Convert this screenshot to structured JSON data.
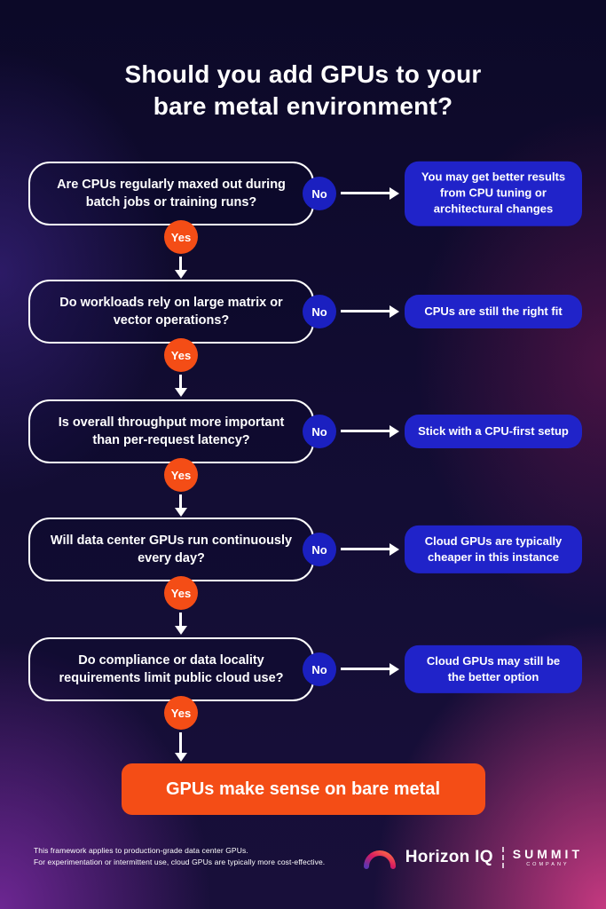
{
  "title": {
    "line1": "Should you add GPUs to your",
    "line2": "bare metal environment?"
  },
  "flow": {
    "yes_label": "Yes",
    "no_label": "No",
    "steps": [
      {
        "question": "Are CPUs regularly maxed out during batch jobs or training runs?",
        "no_result": "You may get better results from CPU tuning or architectural changes"
      },
      {
        "question": "Do workloads rely on large matrix or vector operations?",
        "no_result": "CPUs are still the right fit"
      },
      {
        "question": "Is overall throughput more important than per-request latency?",
        "no_result": "Stick with a CPU-first setup"
      },
      {
        "question": "Will data center GPUs run continuously every day?",
        "no_result": "Cloud GPUs are typically cheaper in this instance"
      },
      {
        "question": "Do compliance or data locality requirements limit public cloud use?",
        "no_result": "Cloud GPUs may still be the better option"
      }
    ],
    "final_result": "GPUs make sense on bare metal"
  },
  "footer": {
    "note_line1": "This framework applies to production-grade data center GPUs.",
    "note_line2": "For experimentation or intermittent use, cloud GPUs are typically more cost-effective."
  },
  "brand": {
    "horizon": "Horizon IQ",
    "summit": "SUMMIT",
    "summit_sub": "COMPANY"
  },
  "colors": {
    "yes_badge": "#f44d16",
    "no_badge": "#1b20c0",
    "answer_box": "#2023c9",
    "final_box": "#f44d16",
    "arrow": "#ffffff"
  }
}
